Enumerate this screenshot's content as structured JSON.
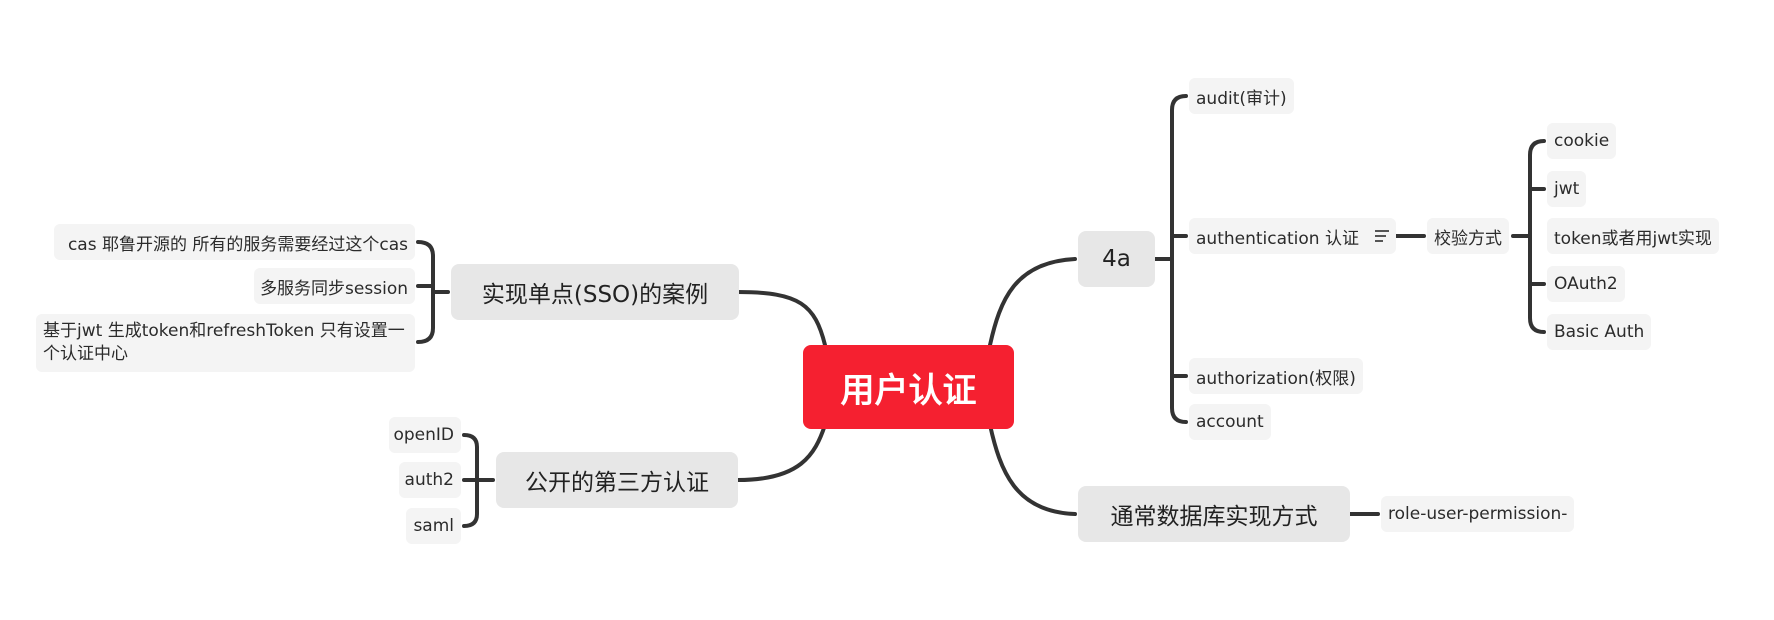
{
  "central": {
    "label": "用户认证",
    "color": "#f52030"
  },
  "right": {
    "four_a": {
      "label": "4a",
      "children": {
        "audit": "audit(审计)",
        "authentication": "authentication 认证",
        "authentication_note_icon": "note-icon",
        "verify": {
          "label": "校验方式",
          "children": [
            "cookie",
            "jwt",
            "token或者用jwt实现",
            "OAuth2",
            "Basic Auth"
          ]
        },
        "authorization": "authorization(权限)",
        "account": "account"
      }
    },
    "database": {
      "label": "通常数据库实现方式",
      "child": "role-user-permission-"
    }
  },
  "left": {
    "sso": {
      "label": "实现单点(SSO)的案例",
      "children": [
        "cas 耶鲁开源的 所有的服务需要经过这个cas",
        "多服务同步session",
        "基于jwt 生成token和refreshToken 只有设置一个认证中心"
      ]
    },
    "third_party": {
      "label": "公开的第三方认证",
      "children": [
        "openID",
        "auth2",
        "saml"
      ]
    }
  },
  "line_color": "#333333"
}
